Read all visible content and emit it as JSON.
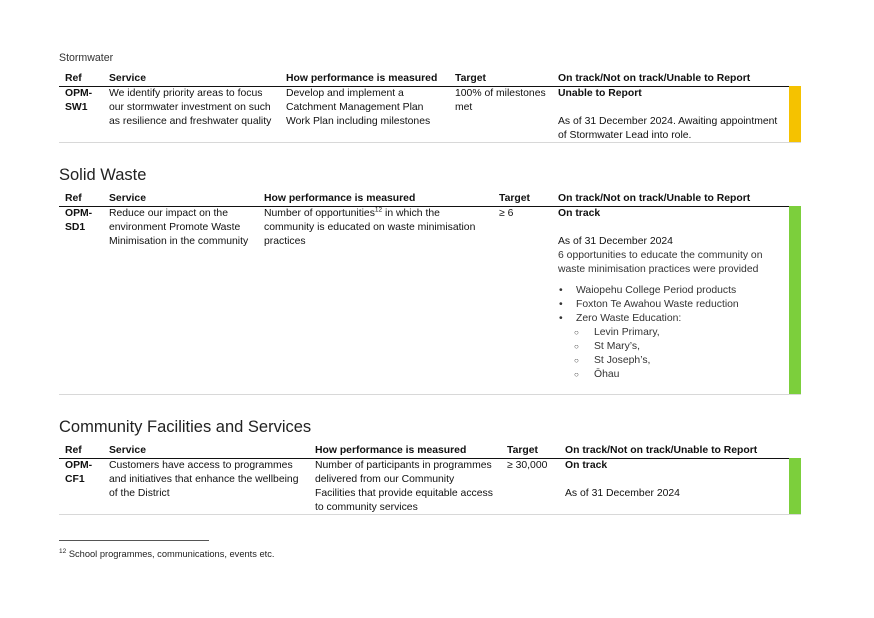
{
  "stormwater": {
    "caption": "Stormwater",
    "headers": {
      "ref": "Ref",
      "service": "Service",
      "measure": "How performance is measured",
      "target": "Target",
      "status": "On track/Not on track/Unable to Report"
    },
    "row": {
      "ref_line1": "OPM-",
      "ref_line2": "SW1",
      "service": [
        "We identify priority areas to focus",
        "our stormwater investment on such",
        "as resilience and freshwater quality"
      ],
      "measure": [
        "Develop and implement a",
        "Catchment Management Plan",
        "Work Plan including milestones"
      ],
      "target": [
        "100% of milestones",
        "met"
      ],
      "status_title": "Unable to Report",
      "status_text": [
        "As of 31 December 2024. Awaiting appointment",
        "of Stormwater Lead into role."
      ],
      "status_color": "#f5c200"
    }
  },
  "solid_waste": {
    "heading": "Solid Waste",
    "headers": {
      "ref": "Ref",
      "service": "Service",
      "measure": "How performance is measured",
      "target": "Target",
      "status": "On track/Not on track/Unable to Report"
    },
    "row": {
      "ref_line1": "OPM-",
      "ref_line2": "SD1",
      "service": [
        "Reduce our impact on the",
        "environment Promote Waste",
        "Minimisation in the community"
      ],
      "measure_line1_before": "Number of opportunities",
      "measure_footnote_ref": "12",
      "measure_line1_after": " in which the",
      "measure": [
        "community is educated on waste minimisation",
        "practices"
      ],
      "target": "≥ 6",
      "status_title": "On track",
      "status_date": "As of 31 December 2024",
      "status_text": [
        "6 opportunities to educate the community on",
        "waste minimisation practices were provided"
      ],
      "bullets": [
        "Waiopehu College Period products",
        "Foxton Te Awahou Waste reduction",
        "Zero Waste Education:"
      ],
      "sub_bullets": [
        "Levin Primary,",
        "St Mary’s,",
        "St Joseph’s,",
        "Ōhau"
      ],
      "status_color": "#7ccf3c"
    }
  },
  "community": {
    "heading": "Community Facilities and Services",
    "headers": {
      "ref": "Ref",
      "service": "Service",
      "measure": "How performance is measured",
      "target": "Target",
      "status": "On track/Not on track/Unable to Report"
    },
    "row": {
      "ref_line1": "OPM-",
      "ref_line2": "CF1",
      "service": [
        "Customers have access to programmes",
        "and initiatives that enhance the wellbeing",
        "of the District"
      ],
      "measure": [
        "Number of participants in programmes",
        "delivered from our Community",
        "Facilities that provide equitable access",
        "to community services"
      ],
      "target": "≥ 30,000",
      "status_title": "On track",
      "status_date": "As of 31 December 2024",
      "status_color": "#7ccf3c"
    }
  },
  "footnote": {
    "number": "12",
    "text": " School programmes, communications, events etc."
  }
}
